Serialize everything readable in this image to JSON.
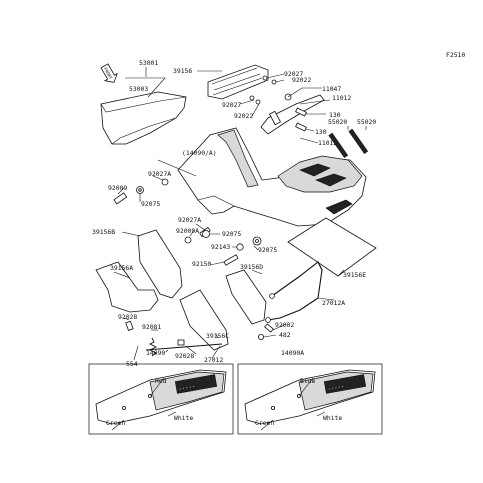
{
  "figure_code": "F2510",
  "front_marker": "FRONT",
  "labels": {
    "p53001": "53001",
    "p53003": "53003",
    "p39156": "39156",
    "p92027_a": "92027",
    "p92022_a": "92022",
    "p11047": "11047",
    "p11012_a": "11012",
    "p92027_b": "92027",
    "p92022_b": "92022",
    "p130_a": "130",
    "p55020_a": "55020",
    "p55020_b": "55020",
    "p130_b": "130",
    "p11012_b": "11012",
    "p14090a_ref": "(14090/A)",
    "p92027a_a": "92027A",
    "p92009": "92009",
    "p92075_a": "92075",
    "p92027a_b": "92027A",
    "p92009a": "92009A",
    "p92075_b": "92075",
    "p39156b": "39156B",
    "p92143": "92143",
    "p92075_c": "92075",
    "p92150": "92150",
    "p39156d": "39156D",
    "p39156e": "39156E",
    "p39156a": "39156A",
    "p27012a": "27012A",
    "p92028_a": "92028",
    "p92081": "92081",
    "p39156c": "39156C",
    "p92002": "92002",
    "p482": "482",
    "p554": "554",
    "p14090": "14090",
    "p92028_b": "92028",
    "p27012": "27012",
    "p14090a": "14090A"
  },
  "inset_left": {
    "color_top": "Red",
    "color_left": "Green",
    "color_right": "White"
  },
  "inset_right": {
    "color_top": "Blue",
    "color_left": "Green",
    "color_right": "White"
  }
}
